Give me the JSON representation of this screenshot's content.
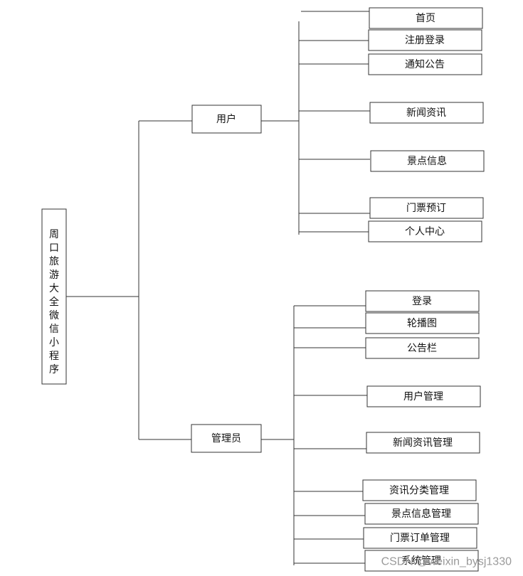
{
  "root": {
    "label_chars": [
      "周",
      "口",
      "旅",
      "游",
      "大",
      "全",
      "微",
      "信",
      "小",
      "程",
      "序"
    ]
  },
  "branches": [
    {
      "label": "用户",
      "children": [
        "首页",
        "注册登录",
        "通知公告",
        "新闻资讯",
        "景点信息",
        "门票预订",
        "个人中心"
      ]
    },
    {
      "label": "管理员",
      "children": [
        "登录",
        "轮播图",
        "公告栏",
        "用户管理",
        "新闻资讯管理",
        "资讯分类管理",
        "景点信息管理",
        "门票订单管理",
        "系统管理"
      ]
    }
  ],
  "watermark": "CSDN @weixin_bysj1330"
}
